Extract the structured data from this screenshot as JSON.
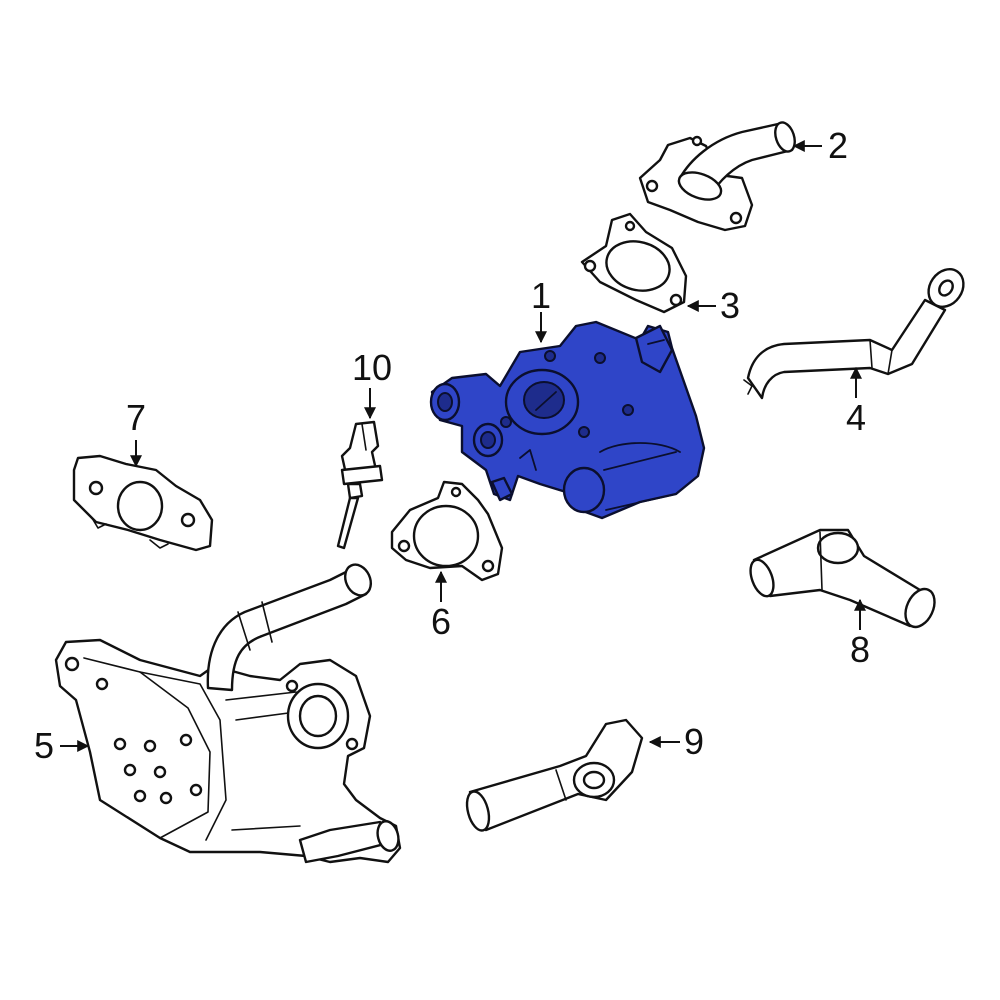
{
  "callouts": [
    {
      "id": "1",
      "label": "1"
    },
    {
      "id": "2",
      "label": "2"
    },
    {
      "id": "3",
      "label": "3"
    },
    {
      "id": "4",
      "label": "4"
    },
    {
      "id": "5",
      "label": "5"
    },
    {
      "id": "6",
      "label": "6"
    },
    {
      "id": "7",
      "label": "7"
    },
    {
      "id": "8",
      "label": "8"
    },
    {
      "id": "9",
      "label": "9"
    },
    {
      "id": "10",
      "label": "10"
    }
  ],
  "highlight_color": "#2f45c8",
  "highlighted_part": "1"
}
